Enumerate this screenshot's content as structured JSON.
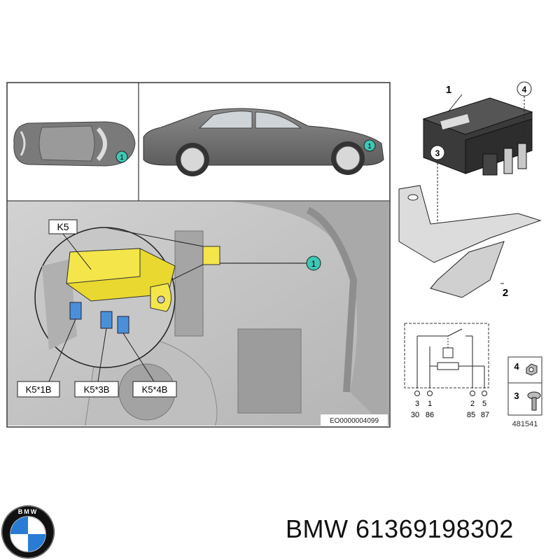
{
  "diagram": {
    "relay_label": "K5",
    "callout_number": "1",
    "connectors": [
      "K5*1B",
      "K5*3B",
      "K5*4B"
    ],
    "image_code": "EO0000004099",
    "parts": {
      "relay": "1",
      "bracket": "2",
      "screw": "3",
      "nut": "4"
    },
    "schematic": {
      "pins": [
        "3",
        "1",
        "2",
        "5"
      ],
      "terminals": [
        "30",
        "86",
        "85",
        "87"
      ]
    },
    "hardware_legend": [
      "4",
      "3"
    ],
    "legend_code": "481541"
  },
  "footer": {
    "brand": "BMW",
    "part_number": "61369198302"
  },
  "colors": {
    "relay_yellow": "#f4e64a",
    "callout_teal": "#3fc7b5",
    "connector_blue": "#4a90d9",
    "panel_gray": "#c9c9c9",
    "bmw_blue": "#2a7bd4"
  },
  "icons": [
    "bmw-logo-icon"
  ]
}
